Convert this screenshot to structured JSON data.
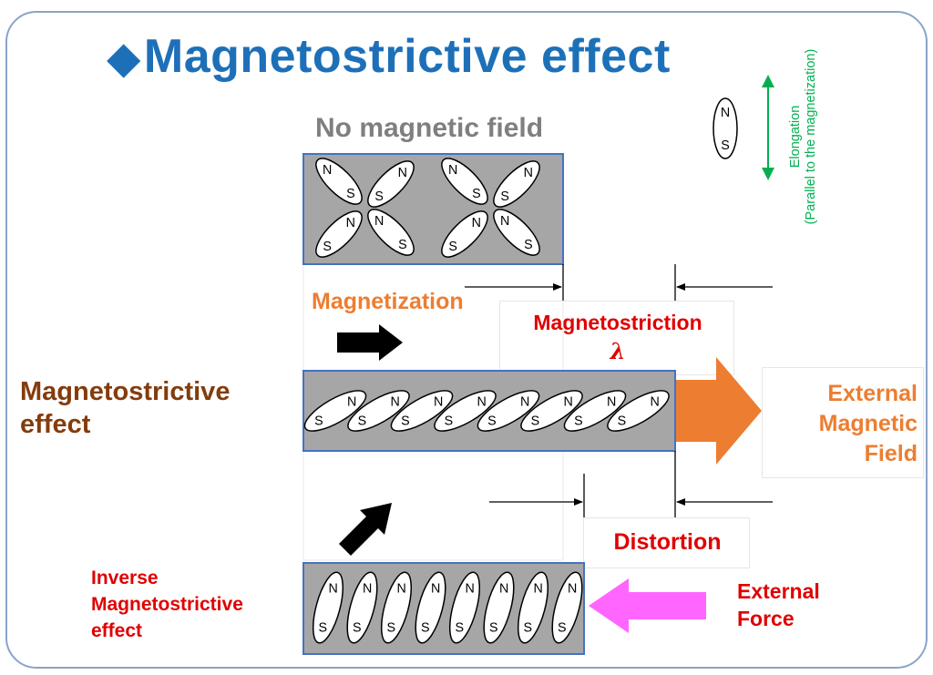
{
  "title": {
    "symbol": "◆",
    "text": "Magnetostrictive effect"
  },
  "labels": {
    "no_field": "No magnetic field",
    "magnetization": "Magnetization",
    "magnetostriction": "Magnetostriction",
    "lambda": "λ",
    "effect_line1": "Magnetostrictive",
    "effect_line2": "effect",
    "external_field_line1": "External",
    "external_field_line2": "Magnetic",
    "external_field_line3": "Field",
    "distortion": "Distortion",
    "inverse_line1": "Inverse",
    "inverse_line2": "Magnetostrictive",
    "inverse_line3": "effect",
    "external_force_line1": "External",
    "external_force_line2": "Force",
    "elongation_line1": "Elongation",
    "elongation_line2": "(Parallel to the magnetization)"
  },
  "magnet": {
    "north": "N",
    "south": "S"
  },
  "colors": {
    "title": "#1d70b8",
    "panel_fill": "#a6a6a6",
    "panel_border": "#4472c4",
    "field_arrow": "#ed7d31",
    "force_arrow": "#ff66ff",
    "elongation_arrow": "#00b050",
    "accent_red": "#e00000"
  },
  "icons": [
    "diamond-bullet-icon",
    "black-arrow-right-icon",
    "black-arrow-diagonal-icon",
    "orange-field-arrow-icon",
    "pink-force-arrow-icon",
    "green-double-arrow-icon",
    "dimension-arrow-icon"
  ]
}
